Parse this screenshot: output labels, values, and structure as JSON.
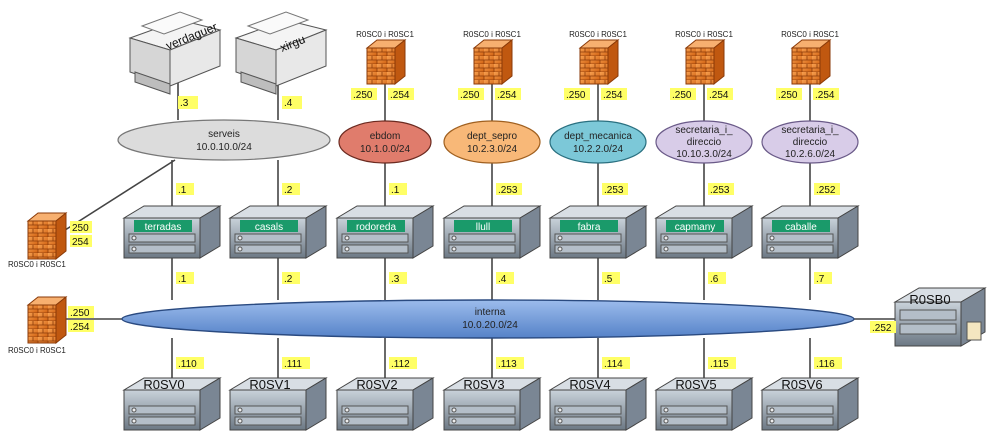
{
  "colors": {
    "tag_bg": "#ffff66",
    "line": "#444444",
    "firewall": "#f08020",
    "server_body": "#8c9aa8",
    "green_label": "#1a9a6a",
    "interna_fill": "#6f9ad8"
  },
  "printers": [
    {
      "name": "verdaguer",
      "tag": ".3"
    },
    {
      "name": "xirgu",
      "tag": ".4"
    }
  ],
  "networks": [
    {
      "name": "serveis",
      "subnet": "10.0.10.0/24",
      "color": "#dcdcdc"
    },
    {
      "name": "ebdom",
      "subnet": "10.1.0.0/24",
      "color": "#e07c6c"
    },
    {
      "name": "dept_sepro",
      "subnet": "10.2.3.0/24",
      "color": "#f8b878"
    },
    {
      "name": "dept_mecanica",
      "subnet": "10.2.2.0/24",
      "color": "#7cc8d8"
    },
    {
      "name": "secretaria_i_",
      "name2": "direccio",
      "subnet": "10.10.3.0/24",
      "color": "#d8cce8"
    },
    {
      "name": "secretaria_i_",
      "name2": "direccio",
      "subnet": "10.2.6.0/24",
      "color": "#d8cce8"
    }
  ],
  "top_firewalls": [
    {
      "label": "R0SC0 i R0SC1",
      "tag_left": ".250",
      "tag_right": ".254"
    },
    {
      "label": "R0SC0 i R0SC1",
      "tag_left": ".250",
      "tag_right": ".254"
    },
    {
      "label": "R0SC0 i R0SC1",
      "tag_left": ".250",
      "tag_right": ".254"
    },
    {
      "label": "R0SC0 i R0SC1",
      "tag_left": ".250",
      "tag_right": ".254"
    },
    {
      "label": "R0SC0 i R0SC1",
      "tag_left": ".250",
      "tag_right": ".254"
    }
  ],
  "side_firewalls": [
    {
      "label": "R0SC0 i R0SC1",
      "tag_left": "250",
      "tag_right": "254"
    },
    {
      "label": "R0SC0 i R0SC1",
      "tag_left": ".250",
      "tag_right": ".254"
    }
  ],
  "mid_servers": [
    {
      "name": "terradas",
      "upper_tag": ".1",
      "lower_tag": ".1"
    },
    {
      "name": "casals",
      "upper_tag": ".2",
      "lower_tag": ".2"
    },
    {
      "name": "rodoreda",
      "upper_tag": ".1",
      "lower_tag": ".3"
    },
    {
      "name": "llull",
      "upper_tag": ".253",
      "lower_tag": ".4"
    },
    {
      "name": "fabra",
      "upper_tag": ".253",
      "lower_tag": ".5"
    },
    {
      "name": "capmany",
      "upper_tag": ".253",
      "lower_tag": ".6"
    },
    {
      "name": "caballe",
      "upper_tag": ".252",
      "lower_tag": ".7"
    }
  ],
  "interna": {
    "name": "interna",
    "subnet": "10.0.20.0/24"
  },
  "bottom_servers": [
    {
      "name": "R0SV0",
      "tag": ".110"
    },
    {
      "name": "R0SV1",
      "tag": ".111"
    },
    {
      "name": "R0SV2",
      "tag": ".112"
    },
    {
      "name": "R0SV3",
      "tag": ".113"
    },
    {
      "name": "R0SV4",
      "tag": ".114"
    },
    {
      "name": "R0SV5",
      "tag": ".115"
    },
    {
      "name": "R0SV6",
      "tag": ".116"
    }
  ],
  "backup_server": {
    "name": "R0SB0",
    "tag": ".252"
  }
}
